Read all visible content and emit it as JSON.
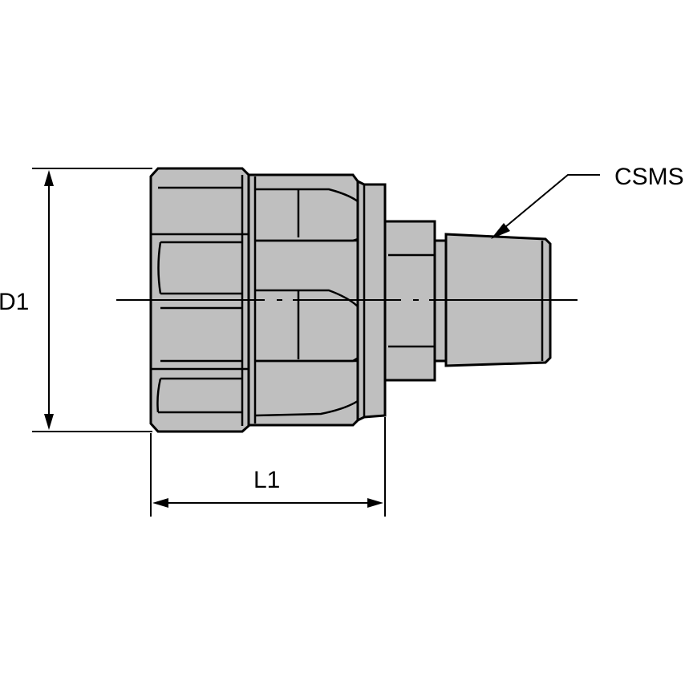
{
  "labels": {
    "diameter": "D1",
    "length": "L1",
    "connection": "CSMS"
  },
  "colors": {
    "body_fill": "#bfbfbf",
    "outline": "#000000",
    "background": "#ffffff"
  }
}
